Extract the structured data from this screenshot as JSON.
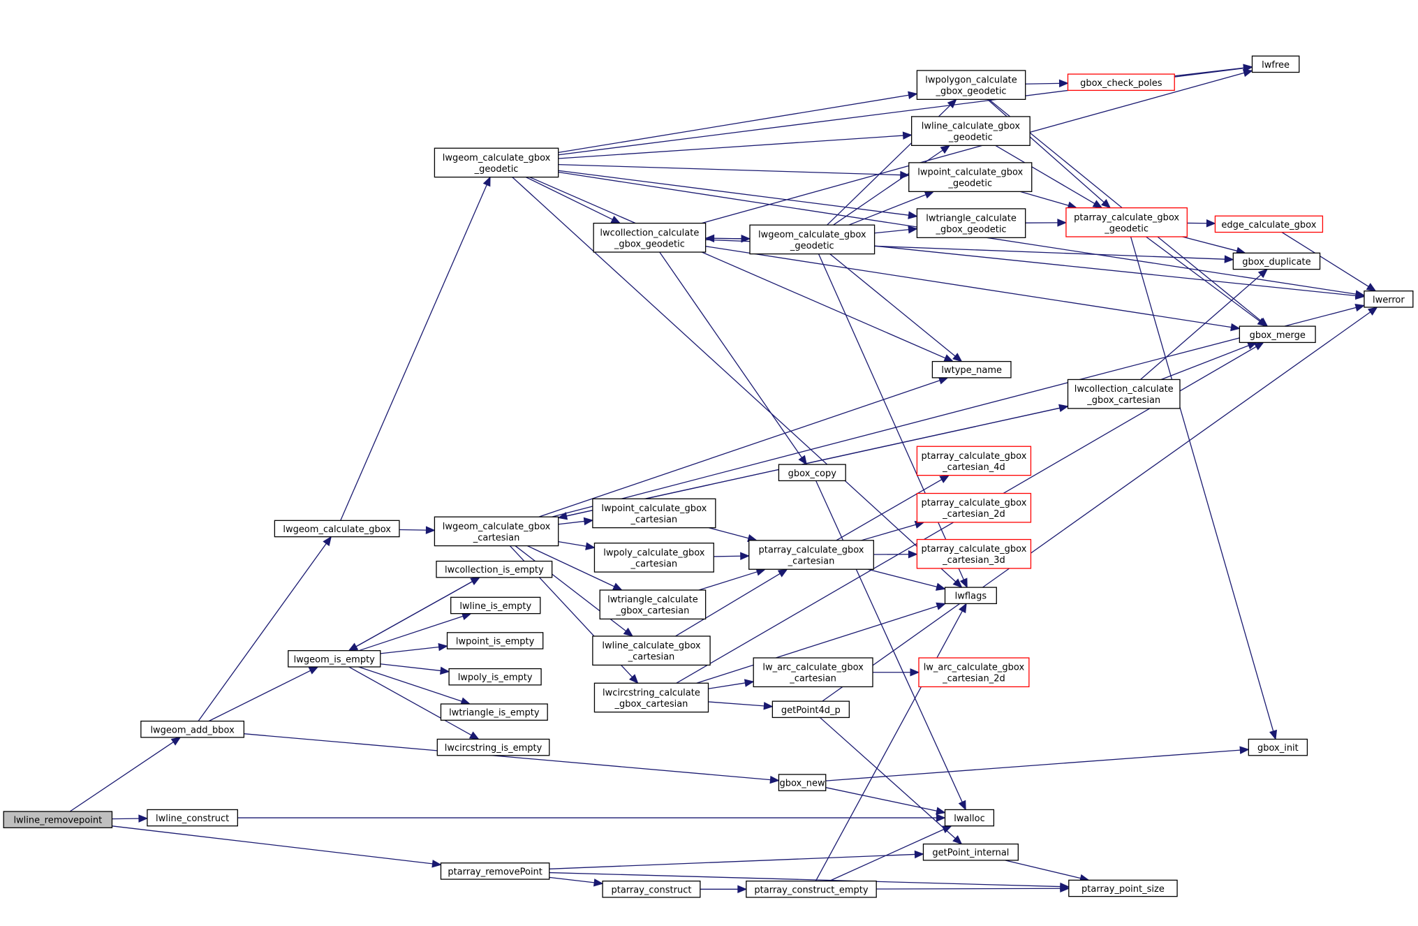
{
  "diagram": {
    "type": "call-graph",
    "root": "lwline_removepoint",
    "colors": {
      "edge": "#191970",
      "node_border": "#000000",
      "truncated_border": "#ff0000",
      "root_fill": "#bfbfbf"
    },
    "nodes": [
      {
        "id": "lwline_removepoint",
        "label": [
          "lwline_removepoint"
        ],
        "root": true
      },
      {
        "id": "lwgeom_add_bbox",
        "label": [
          "lwgeom_add_bbox"
        ]
      },
      {
        "id": "lwline_construct",
        "label": [
          "lwline_construct"
        ]
      },
      {
        "id": "ptarray_removePoint",
        "label": [
          "ptarray_removePoint"
        ]
      },
      {
        "id": "lwgeom_calculate_gbox",
        "label": [
          "lwgeom_calculate_gbox"
        ]
      },
      {
        "id": "lwgeom_is_empty",
        "label": [
          "lwgeom_is_empty"
        ]
      },
      {
        "id": "gbox_new",
        "label": [
          "gbox_new"
        ]
      },
      {
        "id": "lwgeom_calculate_gbox_geodetic_outer",
        "label": [
          "lwgeom_calculate_gbox",
          "_geodetic"
        ]
      },
      {
        "id": "lwgeom_calculate_gbox_cartesian",
        "label": [
          "lwgeom_calculate_gbox",
          "_cartesian"
        ]
      },
      {
        "id": "lwcollection_is_empty",
        "label": [
          "lwcollection_is_empty"
        ]
      },
      {
        "id": "lwline_is_empty",
        "label": [
          "lwline_is_empty"
        ]
      },
      {
        "id": "lwpoint_is_empty",
        "label": [
          "lwpoint_is_empty"
        ]
      },
      {
        "id": "lwpoly_is_empty",
        "label": [
          "lwpoly_is_empty"
        ]
      },
      {
        "id": "lwtriangle_is_empty",
        "label": [
          "lwtriangle_is_empty"
        ]
      },
      {
        "id": "lwcircstring_is_empty",
        "label": [
          "lwcircstring_is_empty"
        ]
      },
      {
        "id": "ptarray_construct",
        "label": [
          "ptarray_construct"
        ]
      },
      {
        "id": "lwcollection_calculate_gbox_geodetic",
        "label": [
          "lwcollection_calculate",
          "_gbox_geodetic"
        ]
      },
      {
        "id": "lwgeom_calculate_gbox_geodetic",
        "label": [
          "lwgeom_calculate_gbox",
          "_geodetic"
        ]
      },
      {
        "id": "gbox_copy",
        "label": [
          "gbox_copy"
        ]
      },
      {
        "id": "lwpoint_calculate_gbox_cartesian",
        "label": [
          "lwpoint_calculate_gbox",
          "_cartesian"
        ]
      },
      {
        "id": "lwpoly_calculate_gbox_cartesian",
        "label": [
          "lwpoly_calculate_gbox",
          "_cartesian"
        ]
      },
      {
        "id": "lwtriangle_calculate_gbox_cartesian",
        "label": [
          "lwtriangle_calculate",
          "_gbox_cartesian"
        ]
      },
      {
        "id": "lwline_calculate_gbox_cartesian",
        "label": [
          "lwline_calculate_gbox",
          "_cartesian"
        ]
      },
      {
        "id": "lwcircstring_calculate_gbox_cartesian",
        "label": [
          "lwcircstring_calculate",
          "_gbox_cartesian"
        ]
      },
      {
        "id": "getPoint4d_p",
        "label": [
          "getPoint4d_p"
        ]
      },
      {
        "id": "ptarray_construct_empty",
        "label": [
          "ptarray_construct_empty"
        ]
      },
      {
        "id": "lwpolygon_calculate_gbox_geodetic",
        "label": [
          "lwpolygon_calculate",
          "_gbox_geodetic"
        ]
      },
      {
        "id": "lwline_calculate_gbox_geodetic",
        "label": [
          "lwline_calculate_gbox",
          "_geodetic"
        ]
      },
      {
        "id": "lwpoint_calculate_gbox_geodetic",
        "label": [
          "lwpoint_calculate_gbox",
          "_geodetic"
        ]
      },
      {
        "id": "lwtriangle_calculate_gbox_geodetic",
        "label": [
          "lwtriangle_calculate",
          "_gbox_geodetic"
        ]
      },
      {
        "id": "lwtype_name",
        "label": [
          "lwtype_name"
        ]
      },
      {
        "id": "ptarray_calculate_gbox_cartesian",
        "label": [
          "ptarray_calculate_gbox",
          "_cartesian"
        ]
      },
      {
        "id": "lwflags",
        "label": [
          "lwflags"
        ]
      },
      {
        "id": "lw_arc_calculate_gbox_cartesian",
        "label": [
          "lw_arc_calculate_gbox",
          "_cartesian"
        ]
      },
      {
        "id": "lwalloc",
        "label": [
          "lwalloc"
        ]
      },
      {
        "id": "getPoint_internal",
        "label": [
          "getPoint_internal"
        ]
      },
      {
        "id": "gbox_check_poles",
        "label": [
          "gbox_check_poles"
        ],
        "truncated": true
      },
      {
        "id": "ptarray_calculate_gbox_geodetic",
        "label": [
          "ptarray_calculate_gbox",
          "_geodetic"
        ],
        "truncated": true
      },
      {
        "id": "lwcollection_calculate_gbox_cartesian",
        "label": [
          "lwcollection_calculate",
          "_gbox_cartesian"
        ]
      },
      {
        "id": "ptarray_calculate_gbox_cartesian_4d",
        "label": [
          "ptarray_calculate_gbox",
          "_cartesian_4d"
        ],
        "truncated": true
      },
      {
        "id": "ptarray_calculate_gbox_cartesian_2d",
        "label": [
          "ptarray_calculate_gbox",
          "_cartesian_2d"
        ],
        "truncated": true
      },
      {
        "id": "ptarray_calculate_gbox_cartesian_3d",
        "label": [
          "ptarray_calculate_gbox",
          "_cartesian_3d"
        ],
        "truncated": true
      },
      {
        "id": "lw_arc_calculate_gbox_cartesian_2d",
        "label": [
          "lw_arc_calculate_gbox",
          "_cartesian_2d"
        ],
        "truncated": true
      },
      {
        "id": "ptarray_point_size",
        "label": [
          "ptarray_point_size"
        ]
      },
      {
        "id": "lwfree",
        "label": [
          "lwfree"
        ]
      },
      {
        "id": "edge_calculate_gbox",
        "label": [
          "edge_calculate_gbox"
        ],
        "truncated": true
      },
      {
        "id": "gbox_duplicate",
        "label": [
          "gbox_duplicate"
        ]
      },
      {
        "id": "gbox_merge",
        "label": [
          "gbox_merge"
        ]
      },
      {
        "id": "gbox_init",
        "label": [
          "gbox_init"
        ]
      },
      {
        "id": "lwerror",
        "label": [
          "lwerror"
        ]
      }
    ],
    "edges": [
      [
        "lwline_removepoint",
        "lwgeom_add_bbox"
      ],
      [
        "lwline_removepoint",
        "lwline_construct"
      ],
      [
        "lwline_removepoint",
        "ptarray_removePoint"
      ],
      [
        "lwgeom_add_bbox",
        "lwgeom_calculate_gbox"
      ],
      [
        "lwgeom_add_bbox",
        "lwgeom_is_empty"
      ],
      [
        "lwgeom_add_bbox",
        "gbox_new"
      ],
      [
        "lwline_construct",
        "lwalloc"
      ],
      [
        "ptarray_removePoint",
        "getPoint_internal"
      ],
      [
        "ptarray_removePoint",
        "ptarray_construct"
      ],
      [
        "ptarray_removePoint",
        "ptarray_point_size"
      ],
      [
        "lwgeom_calculate_gbox",
        "lwgeom_calculate_gbox_geodetic_outer"
      ],
      [
        "lwgeom_calculate_gbox",
        "lwgeom_calculate_gbox_cartesian"
      ],
      [
        "lwgeom_is_empty",
        "lwcollection_is_empty"
      ],
      [
        "lwgeom_is_empty",
        "lwline_is_empty"
      ],
      [
        "lwgeom_is_empty",
        "lwpoint_is_empty"
      ],
      [
        "lwgeom_is_empty",
        "lwpoly_is_empty"
      ],
      [
        "lwgeom_is_empty",
        "lwtriangle_is_empty"
      ],
      [
        "lwgeom_is_empty",
        "lwcircstring_is_empty"
      ],
      [
        "lwcollection_is_empty",
        "lwgeom_is_empty"
      ],
      [
        "gbox_new",
        "lwalloc"
      ],
      [
        "gbox_new",
        "gbox_init"
      ],
      [
        "lwgeom_calculate_gbox_geodetic_outer",
        "lwerror"
      ],
      [
        "lwgeom_calculate_gbox_geodetic_outer",
        "lwfree"
      ],
      [
        "lwgeom_calculate_gbox_geodetic_outer",
        "lwpolygon_calculate_gbox_geodetic"
      ],
      [
        "lwgeom_calculate_gbox_geodetic_outer",
        "lwline_calculate_gbox_geodetic"
      ],
      [
        "lwgeom_calculate_gbox_geodetic_outer",
        "lwpoint_calculate_gbox_geodetic"
      ],
      [
        "lwgeom_calculate_gbox_geodetic_outer",
        "lwtriangle_calculate_gbox_geodetic"
      ],
      [
        "lwgeom_calculate_gbox_geodetic_outer",
        "lwcollection_calculate_gbox_geodetic"
      ],
      [
        "lwgeom_calculate_gbox_geodetic_outer",
        "lwtype_name"
      ],
      [
        "lwgeom_calculate_gbox_geodetic_outer",
        "lwflags"
      ],
      [
        "lwgeom_calculate_gbox_cartesian",
        "lwtype_name"
      ],
      [
        "lwgeom_calculate_gbox_cartesian",
        "lwcollection_calculate_gbox_cartesian"
      ],
      [
        "lwgeom_calculate_gbox_cartesian",
        "lwpoint_calculate_gbox_cartesian"
      ],
      [
        "lwgeom_calculate_gbox_cartesian",
        "lwpoly_calculate_gbox_cartesian"
      ],
      [
        "lwgeom_calculate_gbox_cartesian",
        "lwtriangle_calculate_gbox_cartesian"
      ],
      [
        "lwgeom_calculate_gbox_cartesian",
        "lwline_calculate_gbox_cartesian"
      ],
      [
        "lwgeom_calculate_gbox_cartesian",
        "lwcircstring_calculate_gbox_cartesian"
      ],
      [
        "lwgeom_calculate_gbox_cartesian",
        "lwerror"
      ],
      [
        "lwcollection_calculate_gbox_cartesian",
        "lwgeom_calculate_gbox_cartesian"
      ],
      [
        "lwcollection_calculate_gbox_cartesian",
        "gbox_duplicate"
      ],
      [
        "lwcollection_calculate_gbox_cartesian",
        "gbox_merge"
      ],
      [
        "lwcollection_calculate_gbox_geodetic",
        "lwgeom_calculate_gbox_geodetic"
      ],
      [
        "lwcollection_calculate_gbox_geodetic",
        "lwfree"
      ],
      [
        "lwcollection_calculate_gbox_geodetic",
        "gbox_copy"
      ],
      [
        "lwcollection_calculate_gbox_geodetic",
        "gbox_duplicate"
      ],
      [
        "lwcollection_calculate_gbox_geodetic",
        "gbox_merge"
      ],
      [
        "lwgeom_calculate_gbox_geodetic",
        "lwcollection_calculate_gbox_geodetic"
      ],
      [
        "lwgeom_calculate_gbox_geodetic",
        "lwpolygon_calculate_gbox_geodetic"
      ],
      [
        "lwgeom_calculate_gbox_geodetic",
        "lwline_calculate_gbox_geodetic"
      ],
      [
        "lwgeom_calculate_gbox_geodetic",
        "lwpoint_calculate_gbox_geodetic"
      ],
      [
        "lwgeom_calculate_gbox_geodetic",
        "lwtriangle_calculate_gbox_geodetic"
      ],
      [
        "lwgeom_calculate_gbox_geodetic",
        "lwtype_name"
      ],
      [
        "lwgeom_calculate_gbox_geodetic",
        "lwerror"
      ],
      [
        "lwgeom_calculate_gbox_geodetic",
        "lwflags"
      ],
      [
        "gbox_copy",
        "lwalloc"
      ],
      [
        "lwpoint_calculate_gbox_cartesian",
        "ptarray_calculate_gbox_cartesian"
      ],
      [
        "lwpoly_calculate_gbox_cartesian",
        "ptarray_calculate_gbox_cartesian"
      ],
      [
        "lwtriangle_calculate_gbox_cartesian",
        "ptarray_calculate_gbox_cartesian"
      ],
      [
        "lwline_calculate_gbox_cartesian",
        "ptarray_calculate_gbox_cartesian"
      ],
      [
        "lwcircstring_calculate_gbox_cartesian",
        "lwflags"
      ],
      [
        "lwcircstring_calculate_gbox_cartesian",
        "gbox_merge"
      ],
      [
        "lwcircstring_calculate_gbox_cartesian",
        "lw_arc_calculate_gbox_cartesian"
      ],
      [
        "lwcircstring_calculate_gbox_cartesian",
        "getPoint4d_p"
      ],
      [
        "getPoint4d_p",
        "getPoint_internal"
      ],
      [
        "getPoint4d_p",
        "lwerror"
      ],
      [
        "ptarray_construct",
        "ptarray_construct_empty"
      ],
      [
        "ptarray_construct_empty",
        "lwalloc"
      ],
      [
        "ptarray_construct_empty",
        "lwflags"
      ],
      [
        "ptarray_construct_empty",
        "ptarray_point_size"
      ],
      [
        "lwpolygon_calculate_gbox_geodetic",
        "gbox_check_poles"
      ],
      [
        "lwpolygon_calculate_gbox_geodetic",
        "ptarray_calculate_gbox_geodetic"
      ],
      [
        "lwpolygon_calculate_gbox_geodetic",
        "gbox_merge"
      ],
      [
        "lwline_calculate_gbox_geodetic",
        "ptarray_calculate_gbox_geodetic"
      ],
      [
        "lwpoint_calculate_gbox_geodetic",
        "ptarray_calculate_gbox_geodetic"
      ],
      [
        "lwtriangle_calculate_gbox_geodetic",
        "ptarray_calculate_gbox_geodetic"
      ],
      [
        "ptarray_calculate_gbox_cartesian",
        "ptarray_calculate_gbox_cartesian_4d"
      ],
      [
        "ptarray_calculate_gbox_cartesian",
        "ptarray_calculate_gbox_cartesian_2d"
      ],
      [
        "ptarray_calculate_gbox_cartesian",
        "ptarray_calculate_gbox_cartesian_3d"
      ],
      [
        "ptarray_calculate_gbox_cartesian",
        "lwflags"
      ],
      [
        "lw_arc_calculate_gbox_cartesian",
        "lw_arc_calculate_gbox_cartesian_2d"
      ],
      [
        "getPoint_internal",
        "ptarray_point_size"
      ],
      [
        "gbox_check_poles",
        "lwfree"
      ],
      [
        "ptarray_calculate_gbox_geodetic",
        "edge_calculate_gbox"
      ],
      [
        "ptarray_calculate_gbox_geodetic",
        "gbox_duplicate"
      ],
      [
        "ptarray_calculate_gbox_geodetic",
        "gbox_merge"
      ],
      [
        "ptarray_calculate_gbox_geodetic",
        "gbox_init"
      ],
      [
        "edge_calculate_gbox",
        "lwerror"
      ]
    ]
  }
}
